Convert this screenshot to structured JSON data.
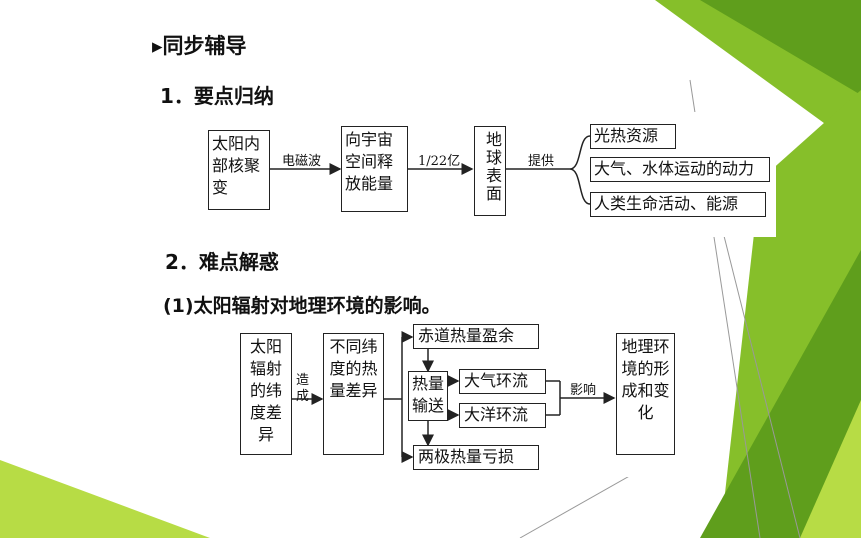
{
  "headings": {
    "sync": "▸同步辅导",
    "points": "1．要点归纳",
    "difficult": "2．难点解惑",
    "sub": "(1)太阳辐射对地理环境的影响。"
  },
  "diagram1": {
    "source": "太阳内部核聚变",
    "edge1": "电磁波",
    "release": "向宇宙空间释放能量",
    "edge2": "1/22亿",
    "surface": "地球表面",
    "edge3": "提供",
    "outputs": [
      "光热资源",
      "大气、水体运动的动力",
      "人类生命活动、能源"
    ]
  },
  "diagram2": {
    "cause": "太阳辐射的纬度差异",
    "edge_cause": "造成",
    "difference": "不同纬度的热量差异",
    "surplus": "赤道热量盈余",
    "transport": "热量输送",
    "atmos": "大气环流",
    "ocean": "大洋环流",
    "deficit": "两极热量亏损",
    "edge_affect": "影响",
    "result": "地理环境的形成和变化"
  },
  "colors": {
    "green_dark": "#5f9e1c",
    "green_mid": "#86bf2a",
    "green_light": "#b7dc45"
  }
}
